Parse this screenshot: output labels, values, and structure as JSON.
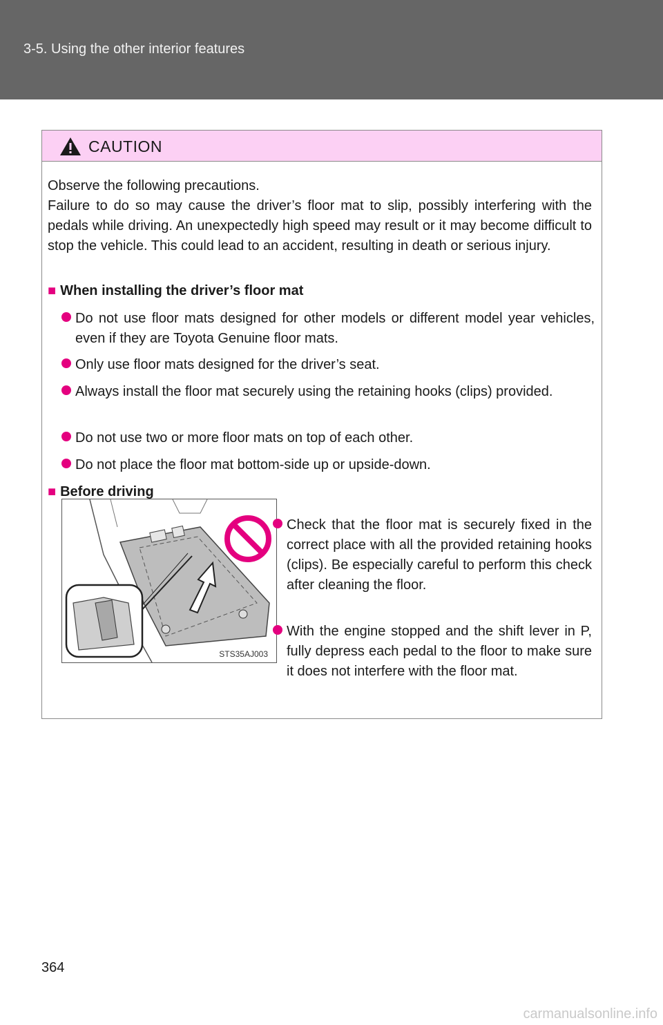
{
  "header": {
    "section": "3-5. Using the other interior features"
  },
  "caution": {
    "label": "CAUTION",
    "intro_1": "Observe the following precautions.",
    "intro_2": "Failure to do so may cause the driver’s floor mat to slip, possibly interfering with the pedals while driving. An unexpectedly high speed may result or it may become difficult to stop the vehicle. This could lead to an accident, resulting in death or serious injury.",
    "section_1": {
      "heading": "When installing the driver’s floor mat",
      "items": [
        "Do not use floor mats designed for other models or different model year vehicles, even if they are Toyota Genuine floor mats.",
        "Only use floor mats designed for the driver’s seat.",
        "Always install the floor mat securely using the retaining hooks (clips) provided.",
        "Do not use two or more floor mats on top of each other.",
        "Do not place the floor mat bottom-side up or upside-down."
      ]
    },
    "section_2": {
      "heading": "Before driving",
      "items": [
        "Check that the floor mat is securely fixed in the correct place with all the provided retaining hooks (clips). Be especially careful to perform this check after cleaning the floor.",
        "With the engine stopped and the shift lever in P, fully depress each pedal to the floor to make sure it does not interfere with the floor mat."
      ]
    },
    "illustration_code": "STS35AJ003"
  },
  "colors": {
    "accent": "#e4007f",
    "caution_bg": "#fcd0f4",
    "header_bg": "#666666"
  },
  "page_number": "364",
  "watermark": "carmanualsonline.info"
}
